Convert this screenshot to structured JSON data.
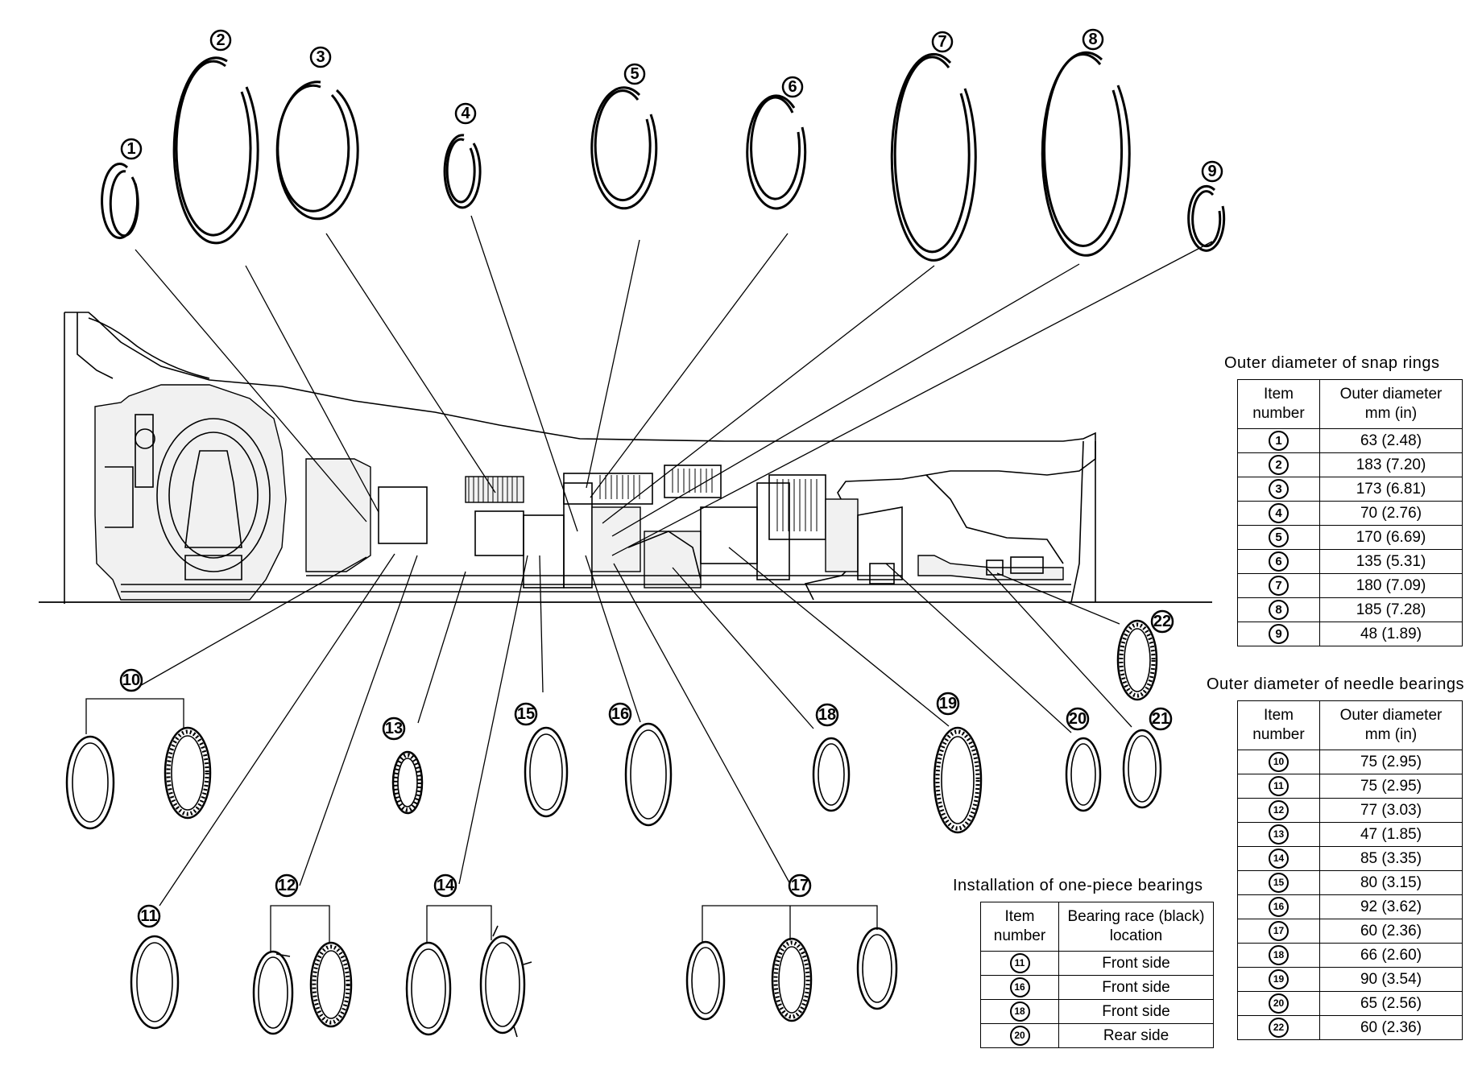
{
  "snap_rings_table": {
    "title": "Outer diameter of snap rings",
    "col_item": "Item number",
    "col_diameter": "Outer diameter mm (in)",
    "rows": [
      {
        "item": "1",
        "value": "63 (2.48)"
      },
      {
        "item": "2",
        "value": "183 (7.20)"
      },
      {
        "item": "3",
        "value": "173 (6.81)"
      },
      {
        "item": "4",
        "value": "70 (2.76)"
      },
      {
        "item": "5",
        "value": "170 (6.69)"
      },
      {
        "item": "6",
        "value": "135 (5.31)"
      },
      {
        "item": "7",
        "value": "180 (7.09)"
      },
      {
        "item": "8",
        "value": "185 (7.28)"
      },
      {
        "item": "9",
        "value": "48 (1.89)"
      }
    ]
  },
  "needle_bearings_table": {
    "title": "Outer diameter of needle bearings",
    "col_item": "Item number",
    "col_diameter": "Outer diameter mm (in)",
    "rows": [
      {
        "item": "10",
        "value": "75 (2.95)"
      },
      {
        "item": "11",
        "value": "75 (2.95)"
      },
      {
        "item": "12",
        "value": "77 (3.03)"
      },
      {
        "item": "13",
        "value": "47 (1.85)"
      },
      {
        "item": "14",
        "value": "85 (3.35)"
      },
      {
        "item": "15",
        "value": "80 (3.15)"
      },
      {
        "item": "16",
        "value": "92 (3.62)"
      },
      {
        "item": "17",
        "value": "60 (2.36)"
      },
      {
        "item": "18",
        "value": "66 (2.60)"
      },
      {
        "item": "19",
        "value": "90 (3.54)"
      },
      {
        "item": "20",
        "value": "65 (2.56)"
      },
      {
        "item": "22",
        "value": "60 (2.36)"
      }
    ]
  },
  "one_piece_table": {
    "title": "Installation of one-piece bearings",
    "col_item": "Item number",
    "col_location": "Bearing race (black) location",
    "rows": [
      {
        "item": "11",
        "location": "Front side"
      },
      {
        "item": "16",
        "location": "Front side"
      },
      {
        "item": "18",
        "location": "Front side"
      },
      {
        "item": "20",
        "location": "Rear side"
      }
    ]
  },
  "callouts": [
    "1",
    "2",
    "3",
    "4",
    "5",
    "6",
    "7",
    "8",
    "9",
    "10",
    "11",
    "12",
    "13",
    "14",
    "15",
    "16",
    "17",
    "18",
    "19",
    "20",
    "21",
    "22"
  ]
}
